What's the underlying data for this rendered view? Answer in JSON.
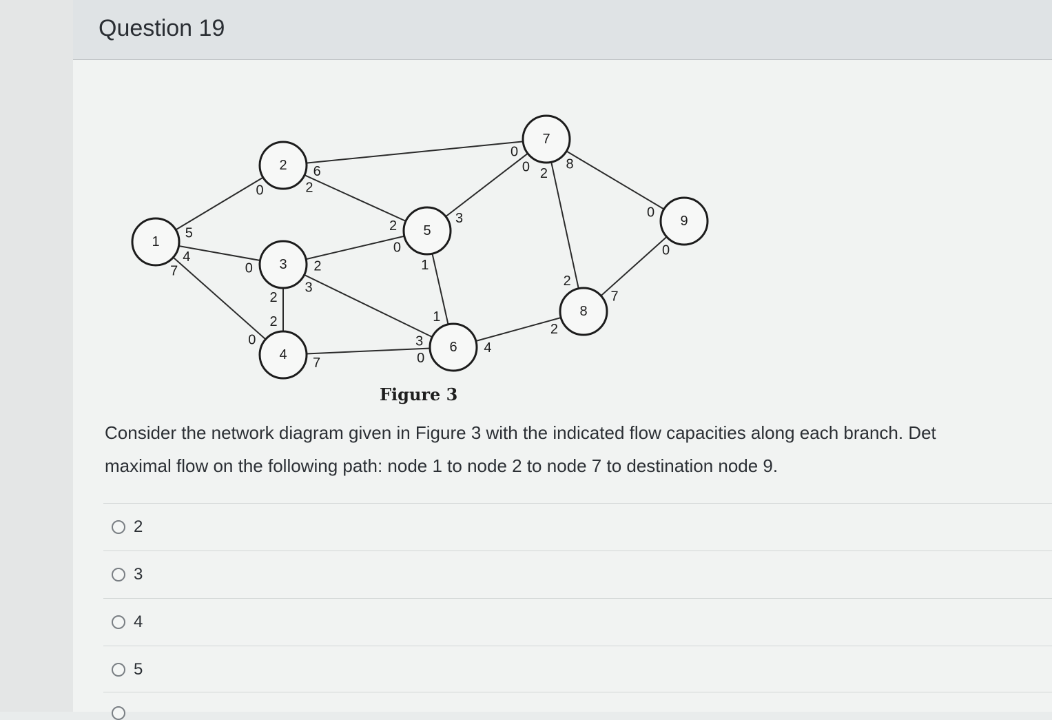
{
  "question": {
    "title": "Question 19",
    "figure_caption": "Figure 3",
    "text_line1": "Consider the network diagram given in Figure 3 with the indicated flow capacities along each branch. Det",
    "text_line2": "maximal flow on the following path: node 1 to node 2 to node 7 to destination node 9."
  },
  "options": [
    {
      "label": "2"
    },
    {
      "label": "3"
    },
    {
      "label": "4"
    },
    {
      "label": "5"
    }
  ],
  "network": {
    "nodes": [
      "1",
      "2",
      "3",
      "4",
      "5",
      "6",
      "7",
      "8",
      "9"
    ],
    "edges": [
      {
        "from": "1",
        "to": "2",
        "cap_from": "5",
        "cap_to": "0"
      },
      {
        "from": "1",
        "to": "3",
        "cap_from": "4",
        "cap_to": "0"
      },
      {
        "from": "1",
        "to": "4",
        "cap_from": "7",
        "cap_to": "0"
      },
      {
        "from": "2",
        "to": "7",
        "cap_from": "6",
        "cap_to": "0"
      },
      {
        "from": "2",
        "to": "5",
        "cap_from": "2",
        "cap_to": "2"
      },
      {
        "from": "3",
        "to": "5",
        "cap_from": "2",
        "cap_to": "0"
      },
      {
        "from": "3",
        "to": "6",
        "cap_from": "3",
        "cap_to": "3"
      },
      {
        "from": "3",
        "to": "4",
        "cap_from": "2",
        "cap_to": "2"
      },
      {
        "from": "4",
        "to": "6",
        "cap_from": "7",
        "cap_to": "0"
      },
      {
        "from": "5",
        "to": "7",
        "cap_from": "3",
        "cap_to": "0"
      },
      {
        "from": "5",
        "to": "6",
        "cap_from": "1",
        "cap_to": "1"
      },
      {
        "from": "6",
        "to": "8",
        "cap_from": "4",
        "cap_to": "2"
      },
      {
        "from": "7",
        "to": "8",
        "cap_from": "2",
        "cap_to": "2"
      },
      {
        "from": "7",
        "to": "9",
        "cap_from": "8",
        "cap_to": "0"
      },
      {
        "from": "8",
        "to": "9",
        "cap_from": "7",
        "cap_to": "0"
      }
    ]
  }
}
